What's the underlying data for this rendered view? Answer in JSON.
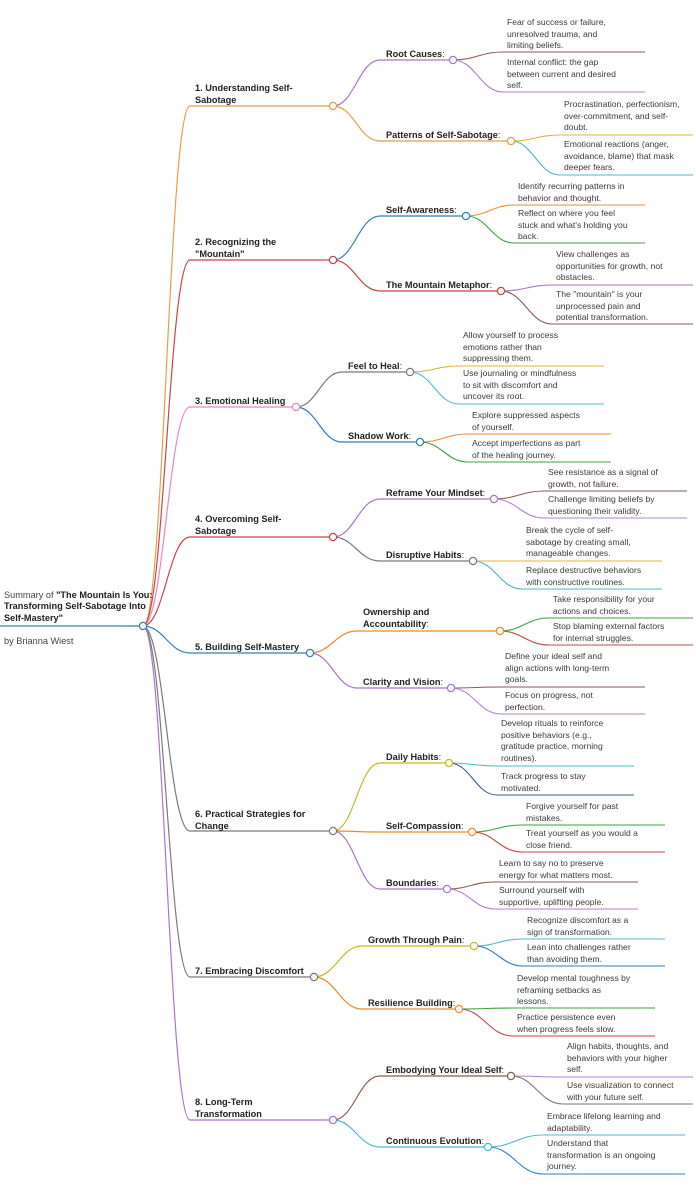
{
  "root": {
    "prefix": "Summary of ",
    "title": "\"The Mountain Is You: Transforming Self-Sabotage Into Self-Mastery\"",
    "author": "by Brianna Wiest"
  },
  "sections": [
    {
      "label": "1. Understanding Self-\nSabotage",
      "color": "#e69e45",
      "subs": [
        {
          "label": "Root Causes",
          "color": "#a676c9",
          "leaves": [
            {
              "text": "Fear of success or failure,\nunresolved trauma, and\nlimiting beliefs.",
              "color": "#8b5a4e"
            },
            {
              "text": "Internal conflict: the gap\nbetween current and desired\nself.",
              "color": "#b080cc"
            }
          ]
        },
        {
          "label": "Patterns of Self-Sabotage",
          "color": "#e69e45",
          "leaves": [
            {
              "text": "Procrastination, perfectionism,\nover-commitment, and self-\ndoubt.",
              "color": "#d8b83a"
            },
            {
              "text": "Emotional reactions (anger,\navoidance, blame) that mask\ndeeper fears.",
              "color": "#4bb8d0"
            }
          ]
        }
      ]
    },
    {
      "label": "2. Recognizing the\n\"Mountain\"",
      "color": "#c94545",
      "subs": [
        {
          "label": "Self-Awareness",
          "color": "#2f7fb5",
          "leaves": [
            {
              "text": "Identify recurring patterns in\nbehavior and thought.",
              "color": "#ef8a2b"
            },
            {
              "text": "Reflect on where you feel\nstuck and what's holding you\nback.",
              "color": "#3ca23c"
            }
          ]
        },
        {
          "label": "The Mountain Metaphor",
          "color": "#c94545",
          "leaves": [
            {
              "text": "View challenges as\nopportunities for growth, not\nobstacles.",
              "color": "#a676c9"
            },
            {
              "text": "The \"mountain\" is your\nunprocessed pain and\npotential transformation.",
              "color": "#8b5a4e"
            }
          ]
        }
      ]
    },
    {
      "label": "3. Emotional Healing",
      "color": "#e687c8",
      "subs": [
        {
          "label": "Feel to Heal",
          "color": "#7a7a7a",
          "leaves": [
            {
              "text": "Allow yourself to process\nemotions rather than\nsuppressing them.",
              "color": "#d8b83a"
            },
            {
              "text": "Use journaling or mindfulness\nto sit with discomfort and\nuncover its root.",
              "color": "#4bb8d0"
            }
          ]
        },
        {
          "label": "Shadow Work",
          "color": "#2f7fb5",
          "leaves": [
            {
              "text": "Explore suppressed aspects\nof yourself.",
              "color": "#ef8a2b"
            },
            {
              "text": "Accept imperfections as part\nof the healing journey.",
              "color": "#3ca23c"
            }
          ]
        }
      ]
    },
    {
      "label": "4. Overcoming Self-\nSabotage",
      "color": "#c94545",
      "subs": [
        {
          "label": "Reframe Your Mindset",
          "color": "#a676c9",
          "leaves": [
            {
              "text": "See resistance as a signal of\ngrowth, not failure.",
              "color": "#8b5a4e"
            },
            {
              "text": "Challenge limiting beliefs by\nquestioning their validity.",
              "color": "#b080cc"
            }
          ]
        },
        {
          "label": "Disruptive Habits",
          "color": "#7a7a7a",
          "leaves": [
            {
              "text": "Break the cycle of self-\nsabotage by creating small,\nmanageable changes.",
              "color": "#d8b83a"
            },
            {
              "text": "Replace destructive behaviors\nwith constructive routines.",
              "color": "#4bb8d0"
            }
          ]
        }
      ]
    },
    {
      "label": "5. Building Self-Mastery",
      "color": "#2f7fb5",
      "subs": [
        {
          "label": "Ownership and\nAccountability",
          "color": "#ef8a2b",
          "leaves": [
            {
              "text": "Take responsibility for your\nactions and choices.",
              "color": "#3ca23c"
            },
            {
              "text": "Stop blaming external factors\nfor internal struggles.",
              "color": "#c94545"
            }
          ]
        },
        {
          "label": "Clarity and Vision",
          "color": "#a676c9",
          "leaves": [
            {
              "text": "Define your ideal self and\nalign actions with long-term\ngoals.",
              "color": "#8b5a4e"
            },
            {
              "text": "Focus on progress, not\nperfection.",
              "color": "#b080cc"
            }
          ]
        }
      ]
    },
    {
      "label": "6. Practical Strategies for\nChange",
      "color": "#7a7a7a",
      "subs": [
        {
          "label": "Daily Habits",
          "color": "#c8b820",
          "leaves": [
            {
              "text": "Develop rituals to reinforce\npositive behaviors (e.g.,\ngratitude practice, morning\nroutines).",
              "color": "#4bb8d0"
            },
            {
              "text": "Track progress to stay\nmotivated.",
              "color": "#2f5f8f"
            }
          ]
        },
        {
          "label": "Self-Compassion",
          "color": "#ef8a2b",
          "leaves": [
            {
              "text": "Forgive yourself for past\nmistakes.",
              "color": "#3ca23c"
            },
            {
              "text": "Treat yourself as you would a\nclose friend.",
              "color": "#c94545"
            }
          ]
        },
        {
          "label": "Boundaries",
          "color": "#a676c9",
          "leaves": [
            {
              "text": "Learn to say no to preserve\nenergy for what matters most.",
              "color": "#8b5a4e"
            },
            {
              "text": "Surround yourself with\nsupportive, uplifting people.",
              "color": "#b080cc"
            }
          ]
        }
      ]
    },
    {
      "label": "7. Embracing Discomfort",
      "color": "#7a7a7a",
      "subs": [
        {
          "label": "Growth Through Pain",
          "color": "#c8b820",
          "leaves": [
            {
              "text": "Recognize discomfort as a\nsign of transformation.",
              "color": "#4bb8d0"
            },
            {
              "text": "Lean into challenges rather\nthan avoiding them.",
              "color": "#2f7fb5"
            }
          ]
        },
        {
          "label": "Resilience Building",
          "color": "#ef8a2b",
          "leaves": [
            {
              "text": "Develop mental toughness by\nreframing setbacks as\nlessons.",
              "color": "#3ca23c"
            },
            {
              "text": "Practice persistence even\nwhen progress feels slow.",
              "color": "#c94545"
            }
          ]
        }
      ]
    },
    {
      "label": "8. Long-Term\nTransformation",
      "color": "#a676c9",
      "subs": [
        {
          "label": "Embodying Your Ideal Self",
          "color": "#8b5a4e",
          "leaves": [
            {
              "text": "Align habits, thoughts, and\nbehaviors with your higher\nself.",
              "color": "#b080cc"
            },
            {
              "text": "Use visualization to connect\nwith your future self.",
              "color": "#7a7a7a"
            }
          ]
        },
        {
          "label": "Continuous Evolution",
          "color": "#4bb8d0",
          "leaves": [
            {
              "text": "Embrace lifelong learning and\nadaptability.",
              "color": "#4bb8d0"
            },
            {
              "text": "Understand that\ntransformation is an ongoing\njourney.",
              "color": "#2f7fb5"
            }
          ]
        }
      ]
    }
  ]
}
